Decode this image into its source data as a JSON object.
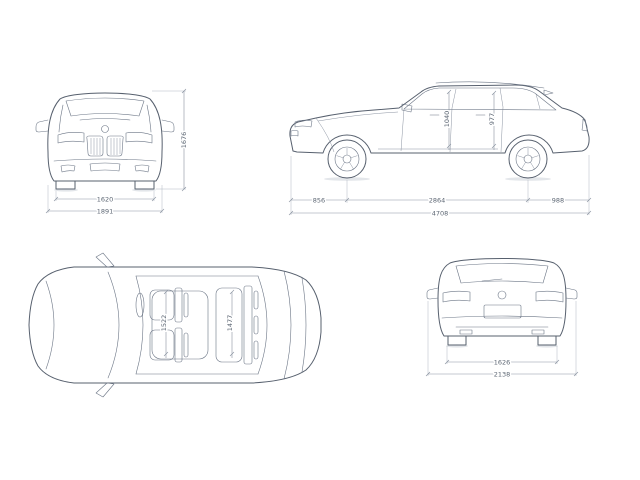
{
  "page": {
    "background": "#ffffff",
    "car_line_color": "#57606e",
    "dimension_line_color": "#8a93a1",
    "dimension_text_color": "#5c6673"
  },
  "dimensions": {
    "front": {
      "track": "1620",
      "overall_width": "1891",
      "height": "1676"
    },
    "side": {
      "front_overhang": "856",
      "wheelbase": "2864",
      "rear_overhang": "988",
      "overall_length": "4708",
      "headroom_front": "1040",
      "headroom_rear": "977"
    },
    "top": {
      "interior_width_front": "1522",
      "interior_width_rear": "1477"
    },
    "rear": {
      "track": "1626",
      "width_incl_mirrors": "2138"
    }
  }
}
